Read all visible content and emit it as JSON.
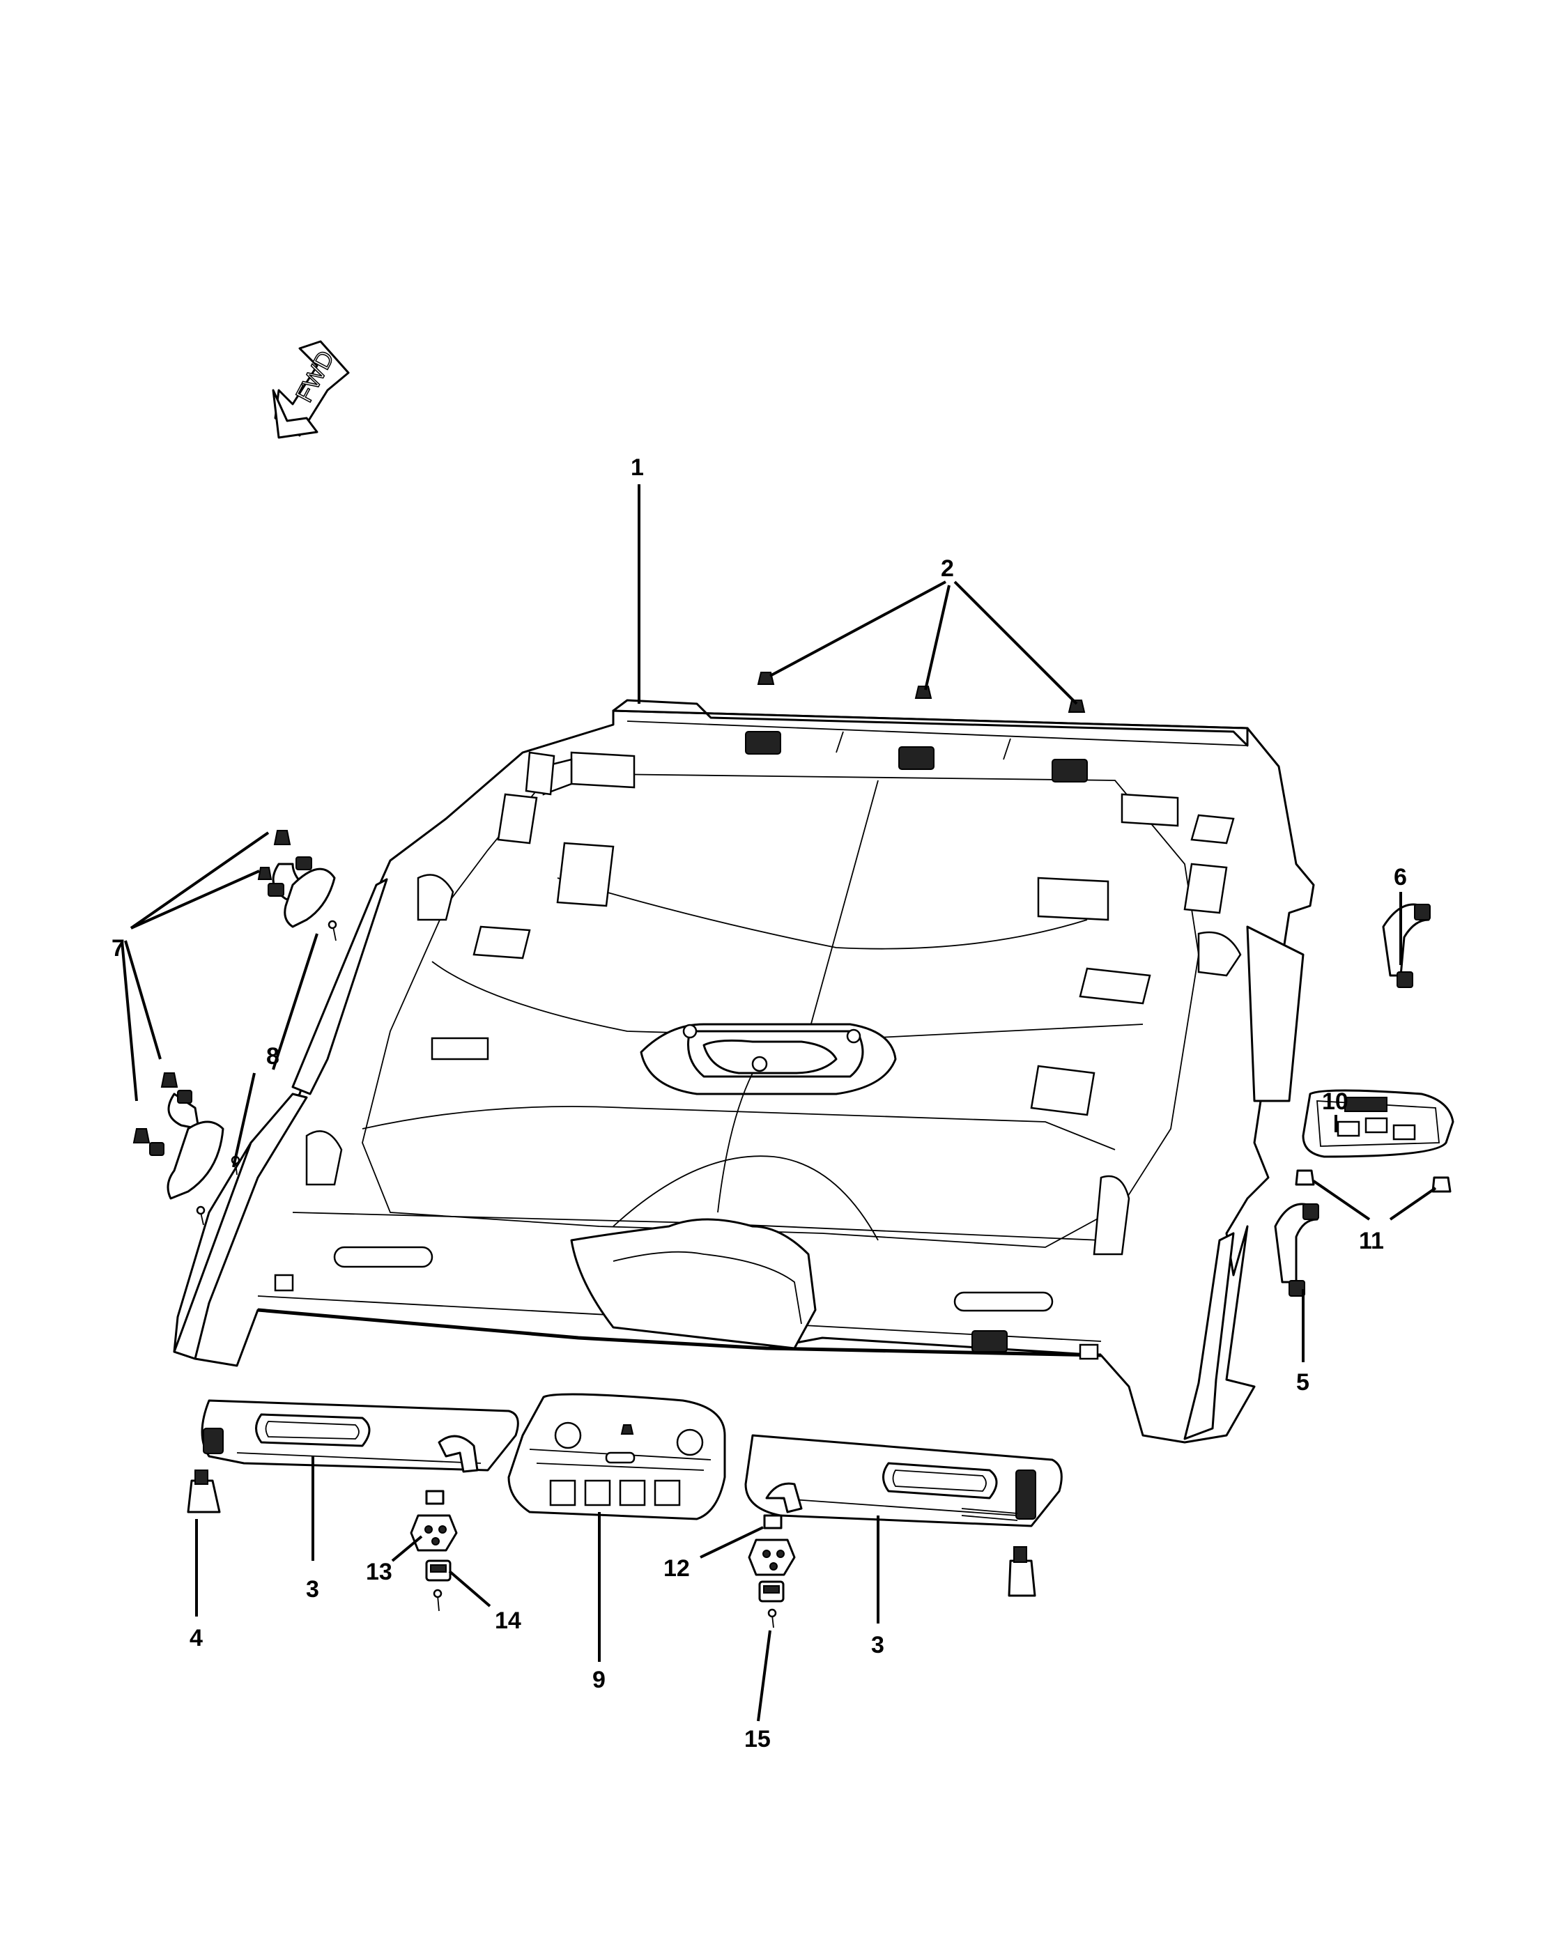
{
  "orientation": {
    "label": "FWD",
    "icon": "fwd-arrow-icon"
  },
  "callouts": [
    {
      "id": "c1",
      "label": "1"
    },
    {
      "id": "c2",
      "label": "2"
    },
    {
      "id": "c3a",
      "label": "3"
    },
    {
      "id": "c3b",
      "label": "3"
    },
    {
      "id": "c4",
      "label": "4"
    },
    {
      "id": "c5",
      "label": "5"
    },
    {
      "id": "c6",
      "label": "6"
    },
    {
      "id": "c7",
      "label": "7"
    },
    {
      "id": "c8",
      "label": "8"
    },
    {
      "id": "c9",
      "label": "9"
    },
    {
      "id": "c10",
      "label": "10"
    },
    {
      "id": "c11",
      "label": "11"
    },
    {
      "id": "c12",
      "label": "12"
    },
    {
      "id": "c13",
      "label": "13"
    },
    {
      "id": "c14",
      "label": "14"
    },
    {
      "id": "c15",
      "label": "15"
    }
  ]
}
